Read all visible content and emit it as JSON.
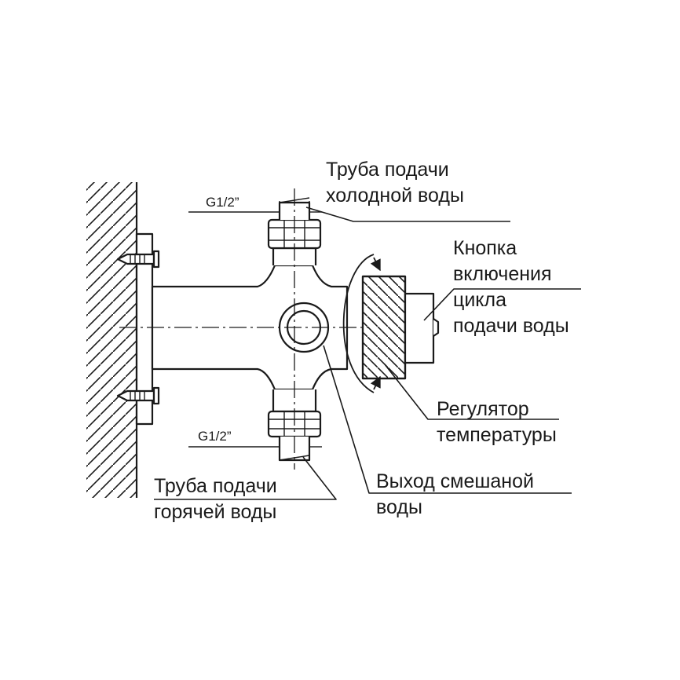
{
  "labels": {
    "cold_pipe": [
      "Труба подачи",
      "холодной воды"
    ],
    "start_button": [
      "Кнопка",
      "включения",
      "цикла",
      "подачи воды"
    ],
    "temperature_regulator": [
      "Регулятор",
      "температуры"
    ],
    "mixed_outlet": [
      "Выход смешаной",
      "воды"
    ],
    "hot_pipe": [
      "Труба подачи",
      "горячей воды"
    ]
  },
  "dimensions": {
    "top_thread": "G1/2”",
    "bottom_thread": "G1/2”"
  },
  "colors": {
    "ink": "#1a1a1a",
    "background": "#ffffff"
  }
}
